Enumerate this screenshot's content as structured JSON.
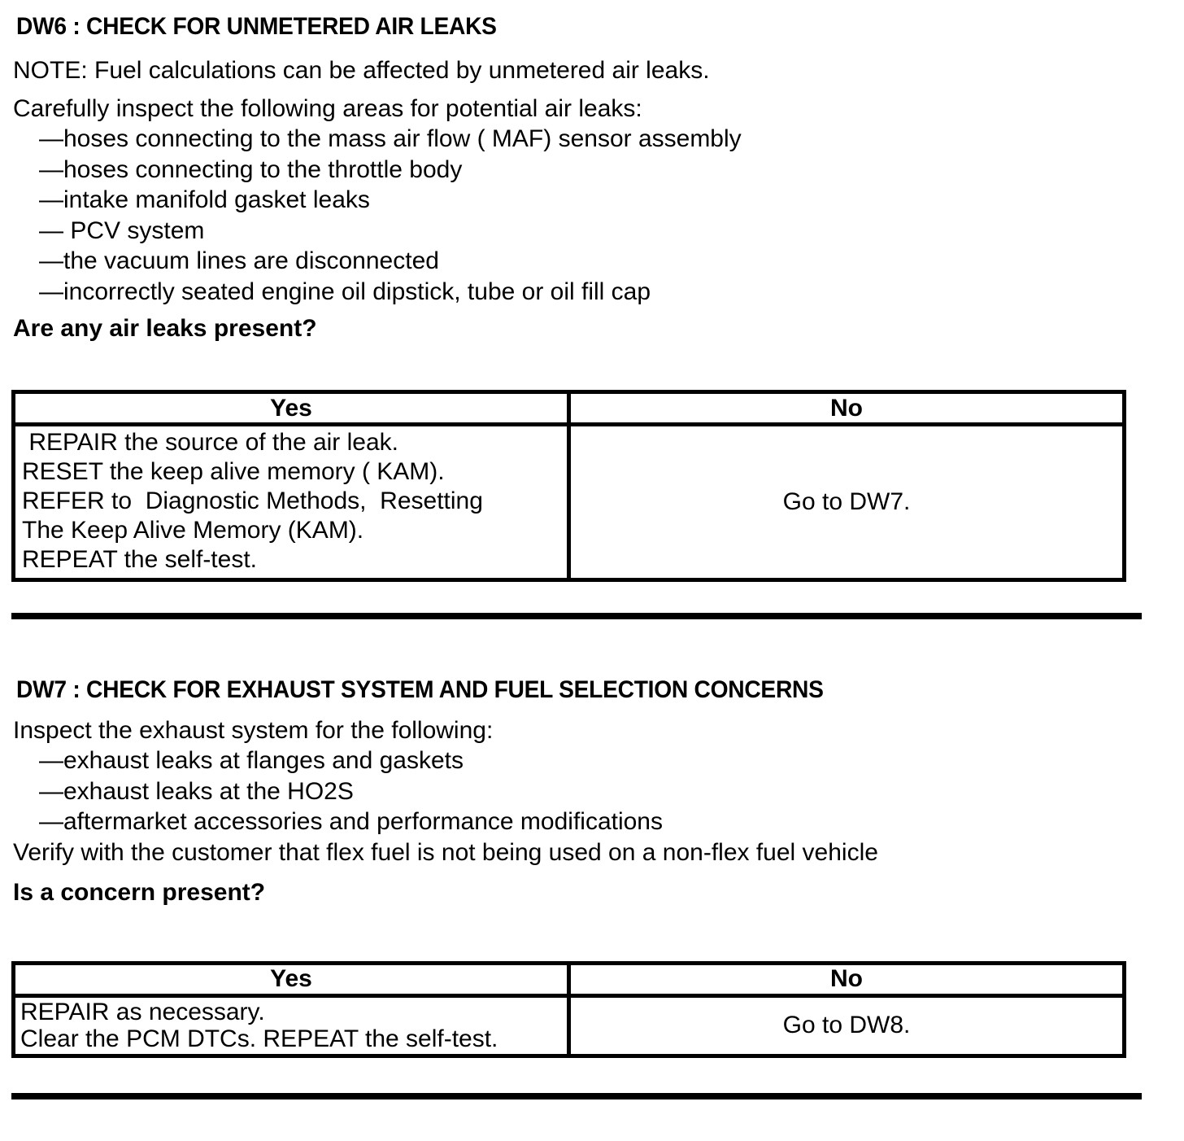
{
  "document": {
    "sections": [
      {
        "id": "DW6",
        "heading": "DW6 : CHECK FOR UNMETERED AIR LEAKS",
        "note": "NOTE: Fuel calculations can be affected by unmetered air leaks.",
        "intro": "Carefully inspect the following areas for potential air leaks:",
        "bullets": [
          "—hoses connecting to the mass air flow ( MAF) sensor assembly",
          "—hoses connecting to the throttle body",
          "—intake manifold gasket leaks",
          "— PCV system",
          "—the vacuum lines are disconnected",
          "—incorrectly seated engine oil dipstick, tube or oil fill cap"
        ],
        "question": "Are any air leaks present?",
        "table": {
          "yes_header": "Yes",
          "no_header": "No",
          "yes_lines": [
            " REPAIR the source of the air leak.",
            "RESET the keep alive memory ( KAM).",
            "REFER to  Diagnostic Methods,  Resetting",
            "The Keep Alive Memory (KAM).",
            "REPEAT the self-test."
          ],
          "no_action": "Go to DW7."
        }
      },
      {
        "id": "DW7",
        "heading": "DW7 : CHECK FOR EXHAUST SYSTEM AND FUEL SELECTION CONCERNS",
        "intro": "Inspect the exhaust system for the following:",
        "bullets": [
          "—exhaust leaks at flanges and gaskets",
          "—exhaust leaks at the HO2S",
          "—aftermarket accessories and performance modifications"
        ],
        "verify": "Verify with the customer that flex fuel is not being used on a non-flex fuel vehicle",
        "question": "Is a concern present?",
        "table": {
          "yes_header": "Yes",
          "no_header": "No",
          "yes_lines": [
            "REPAIR as necessary.",
            "Clear the PCM DTCs. REPEAT the self-test."
          ],
          "no_action": "Go to DW8."
        }
      }
    ]
  }
}
